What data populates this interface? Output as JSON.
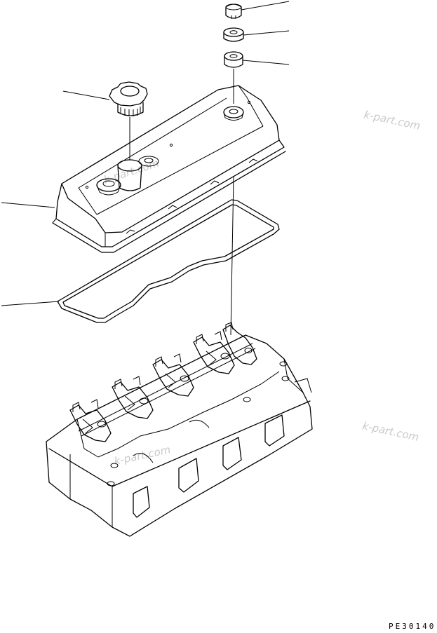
{
  "drawing": {
    "code": "PE30140",
    "watermark": "k-part.com"
  },
  "parts": [
    {
      "id": "bolt"
    },
    {
      "id": "washer"
    },
    {
      "id": "seal"
    },
    {
      "id": "oil-filler-cap"
    },
    {
      "id": "cylinder-head-cover"
    },
    {
      "id": "gasket"
    },
    {
      "id": "cylinder-head"
    }
  ]
}
